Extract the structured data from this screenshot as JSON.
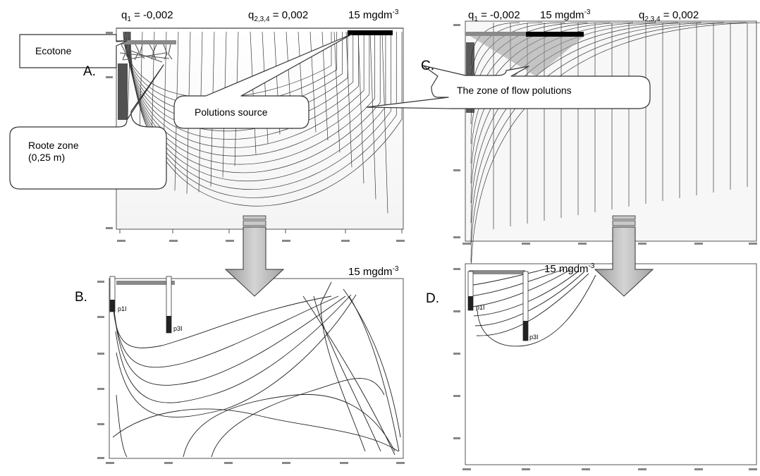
{
  "figure": {
    "panel_letters": {
      "a": "A.",
      "b": "B.",
      "c": "C.",
      "d": "D."
    },
    "flux_labels": {
      "q1": {
        "base": "q",
        "sub": "1",
        "rest": " = -0,002"
      },
      "q234": {
        "base": "q",
        "sub": "2,3,4",
        "rest": " = 0,002"
      }
    },
    "source_label": {
      "base": "15 mgdm",
      "sup": "-3"
    },
    "callouts": {
      "ecotone": "Ecotone",
      "root_zone_line1": "Roote zone",
      "root_zone_line2": "(0,25 m)",
      "pollution_source": "Polutions source",
      "flow_zone": "The zone of flow polutions"
    },
    "well_labels": {
      "p1": "p1I",
      "p3": "p3I"
    },
    "colors": {
      "ecotone_bar": "#8a8a8a",
      "source_bar": "#000000",
      "grid": "#3a3a3a",
      "arrow": "#b8b8b8"
    }
  }
}
